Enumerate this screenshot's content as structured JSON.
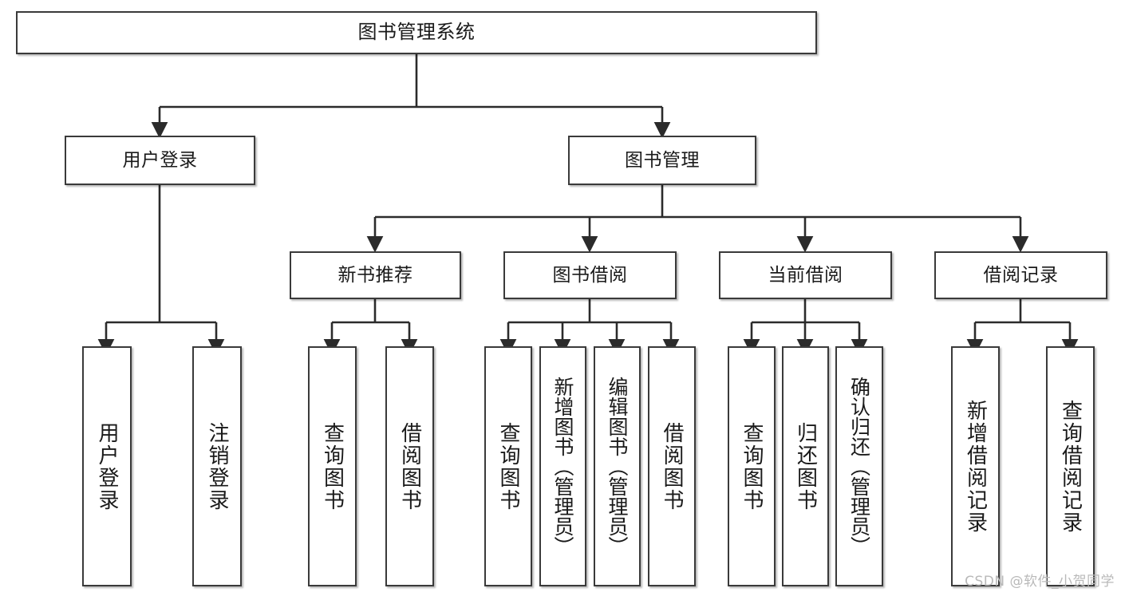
{
  "diagram": {
    "type": "tree-hierarchy-chart",
    "title_text": "图书管理系统",
    "root": {
      "label": "图书管理系统"
    },
    "level2": [
      {
        "label": "用户登录"
      },
      {
        "label": "图书管理"
      }
    ],
    "level3": [
      {
        "label": "新书推荐"
      },
      {
        "label": "图书借阅"
      },
      {
        "label": "当前借阅"
      },
      {
        "label": "借阅记录"
      }
    ],
    "leaves": {
      "user_login": [
        {
          "label": "用户登录"
        },
        {
          "label": "注销登录"
        }
      ],
      "new_book_recommend": [
        {
          "label": "查询图书"
        },
        {
          "label": "借阅图书"
        }
      ],
      "book_borrow": [
        {
          "label": "查询图书"
        },
        {
          "label": "新增图书（管理员）"
        },
        {
          "label": "编辑图书（管理员）"
        },
        {
          "label": "借阅图书"
        }
      ],
      "current_borrow": [
        {
          "label": "查询图书"
        },
        {
          "label": "归还图书"
        },
        {
          "label": "确认归还（管理员）"
        }
      ],
      "borrow_record": [
        {
          "label": "新增借阅记录"
        },
        {
          "label": "查询借阅记录"
        }
      ]
    },
    "watermark": "CSDN @软件_小贺同学",
    "colors": {
      "box_border": "#3a3a3a",
      "box_fill": "#ffffff",
      "text": "#1a1a1a",
      "edge": "#2b2b2b",
      "watermark": "#b9b9b9"
    }
  }
}
